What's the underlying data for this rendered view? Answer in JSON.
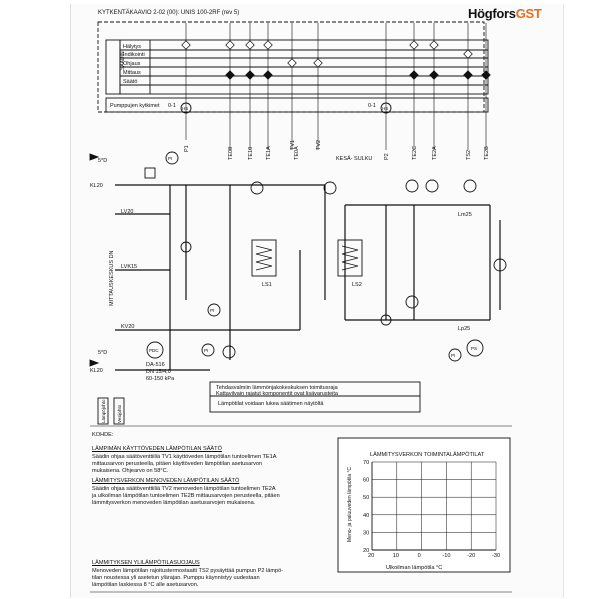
{
  "header": {
    "title": "KYTKENTÄKAAVIO 2-02 (00): UNIS 100-2RF (rev 5)",
    "logo_main": "Högfors",
    "logo_accent": "GST"
  },
  "signals": [
    "Hälytys",
    "Indikointi",
    "Ohjaus",
    "Mittaus",
    "Säätö"
  ],
  "signal_group_label": "SÄÄDIN",
  "pumps_label": "Pumppujen kytkimet",
  "switch_label": "0-1",
  "hs_label": "HS",
  "instruments": {
    "p1": "P1",
    "te08": "TE08",
    "te10": "TE10",
    "te1a": "TE1A",
    "te0a": "TE0A",
    "tv1": "TV1",
    "tv2": "TV2",
    "p2": "P2",
    "te2c": "TE2C",
    "te2a": "TE2A",
    "ts2": "TS2",
    "te2b": "TE2B"
  },
  "boundary_label": "KESÄ- SULKU",
  "pipes": {
    "d5_top": "5*D",
    "kl20": "KL20",
    "lv20": "LV20",
    "lvk15": "LVK15",
    "kv20": "KV20",
    "d5_bottom": "5*D",
    "kl20b": "KL20",
    "lm25": "Lm25",
    "lp25": "Lp25"
  },
  "side_label": "MITTAUSKESKUS DN",
  "pi_label": "PI",
  "ps_label": "PS",
  "pdc_label": "PDC",
  "ls1": "LS1",
  "ls2": "LS2",
  "valve_spec": [
    "DA-516",
    "DN 15/4,0",
    "60-150 kPa"
  ],
  "notes": [
    "Tehdasvalmiin lämmönjakokeskuksen toimitusraja",
    "Kattavilvain rajatut komponentit ovat lisävarusteita",
    "Lämpötilat voidaan lukea säätimen näytöltä"
  ],
  "left_labels": [
    "Lämpöjohto",
    "Vesijohto"
  ],
  "kohde": "KOHDE:",
  "sections": [
    {
      "title": "LÄMPIMÄN KÄYTTÖVEDEN LÄMPÖTILAN SÄÄTÖ",
      "lines": [
        "Säädin ohjaa säätöventtiiliä TV1 käyttöveden lämpötilan tuntoelimen TE1A",
        "mittausarvon perusteella, pitäen käyttöveden lämpötilan asetusarvon",
        "mukaisena. Ohjearvo on 58°C."
      ]
    },
    {
      "title": "LÄMMITYSVERKON MENOVEDEN LÄMPÖTILAN SÄÄTÖ",
      "lines": [
        "Säädin ohjaa säätöventtiiliä TV2 menoveden lämpötilan tuntoelimen TE2A",
        "ja ulkoilman lämpötilan tuntoelimen TE2B mittausarvojen perusteella, pitäen",
        "lämmitysverkon menoveden lämpötilan asetusarvojen mukaisena."
      ]
    },
    {
      "title": "LÄMMITYKSEN YLILÄMPÖTILASUOJAUS",
      "lines": [
        "Menoveden lämpötilan rajoitustermostaatti TS2 pysäyttää pumpun P2 lämpö-",
        "tilan noustessa yli asetetun ylärajan. Pumppu käynnistyy uudestaan",
        "lämpötilan laskiessa 8 °C alle asetusarvon."
      ]
    }
  ],
  "chart_data": {
    "type": "line",
    "title": "LÄMMITYSVERKON TOIMINTALÄMPÖTILAT",
    "xlabel": "Ulkoilman lämpötila °C",
    "ylabel": "Meno- ja paluuveden lämpötila °C",
    "x_ticks": [
      20,
      10,
      0,
      -10,
      -20,
      -30
    ],
    "y_ticks": [
      20,
      30,
      40,
      50,
      60,
      70
    ],
    "xlim": [
      20,
      -30
    ],
    "ylim": [
      20,
      70
    ],
    "grid": true,
    "series": []
  }
}
